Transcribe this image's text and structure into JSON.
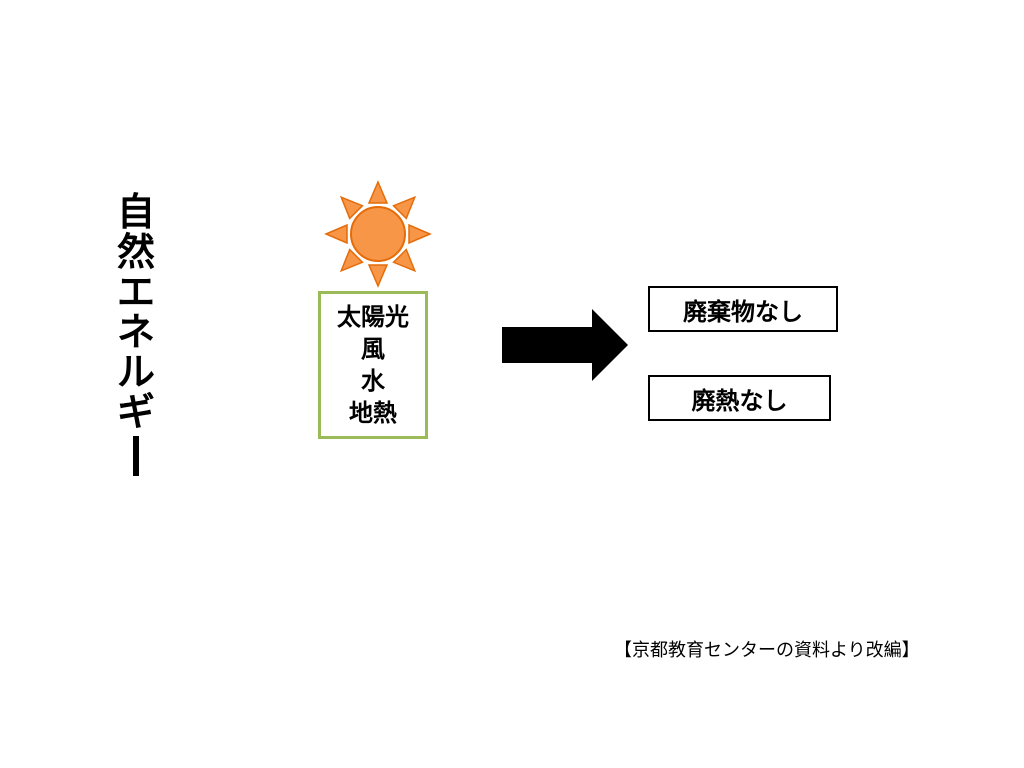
{
  "title_chars": [
    "自",
    "然",
    "エ",
    "ネ",
    "ル",
    "ギ"
  ],
  "sources": [
    "太陽光",
    "風",
    "水",
    "地熱"
  ],
  "results": [
    "廃棄物なし",
    "廃熱なし"
  ],
  "source_note": "【京都教育センターの資料より改編】",
  "colors": {
    "sun_fill": "#f79646",
    "sun_stroke": "#e46c0a",
    "source_border": "#9bbb59",
    "arrow": "#000000"
  }
}
